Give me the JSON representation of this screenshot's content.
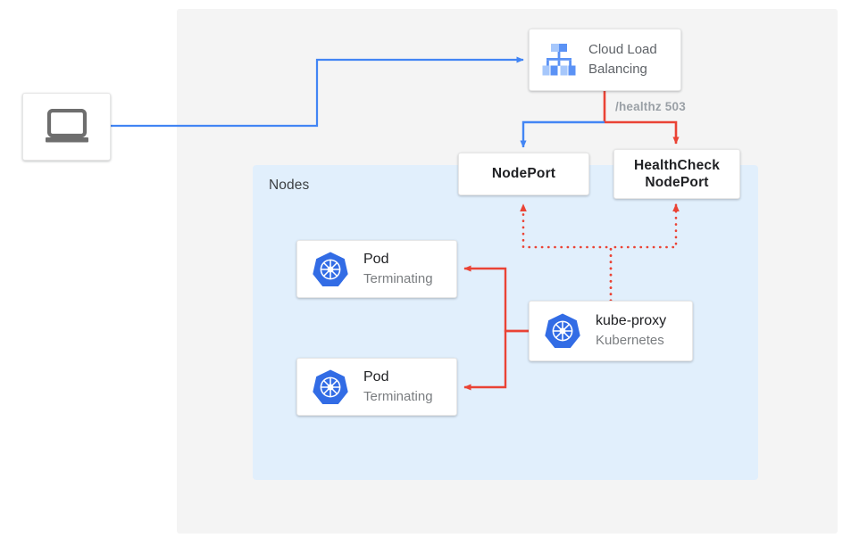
{
  "diagram": {
    "title_region_label": "Nodes",
    "colors": {
      "blue_traffic": "#4285f4",
      "red_healthcheck": "#ea4335",
      "panel_gray": "#f4f4f4",
      "nodes_blue": "#e1effc",
      "text_dark": "#202124",
      "text_muted": "#5f6368",
      "k8s_blue": "#326ce5"
    },
    "client": {
      "icon": "laptop-icon"
    },
    "load_balancer": {
      "icon": "cloud-load-balancing-icon",
      "label_line1": "Cloud Load",
      "label_line2": "Balancing"
    },
    "healthz_annotation": "/healthz 503",
    "nodeport": {
      "label": "NodePort"
    },
    "healthcheck_nodeport": {
      "label_line1": "HealthCheck",
      "label_line2": "NodePort"
    },
    "pods": [
      {
        "icon": "kubernetes-icon",
        "title": "Pod",
        "subtitle": "Terminating"
      },
      {
        "icon": "kubernetes-icon",
        "title": "Pod",
        "subtitle": "Terminating"
      }
    ],
    "kube_proxy": {
      "icon": "kubernetes-icon",
      "title": "kube-proxy",
      "subtitle": "Kubernetes"
    }
  }
}
